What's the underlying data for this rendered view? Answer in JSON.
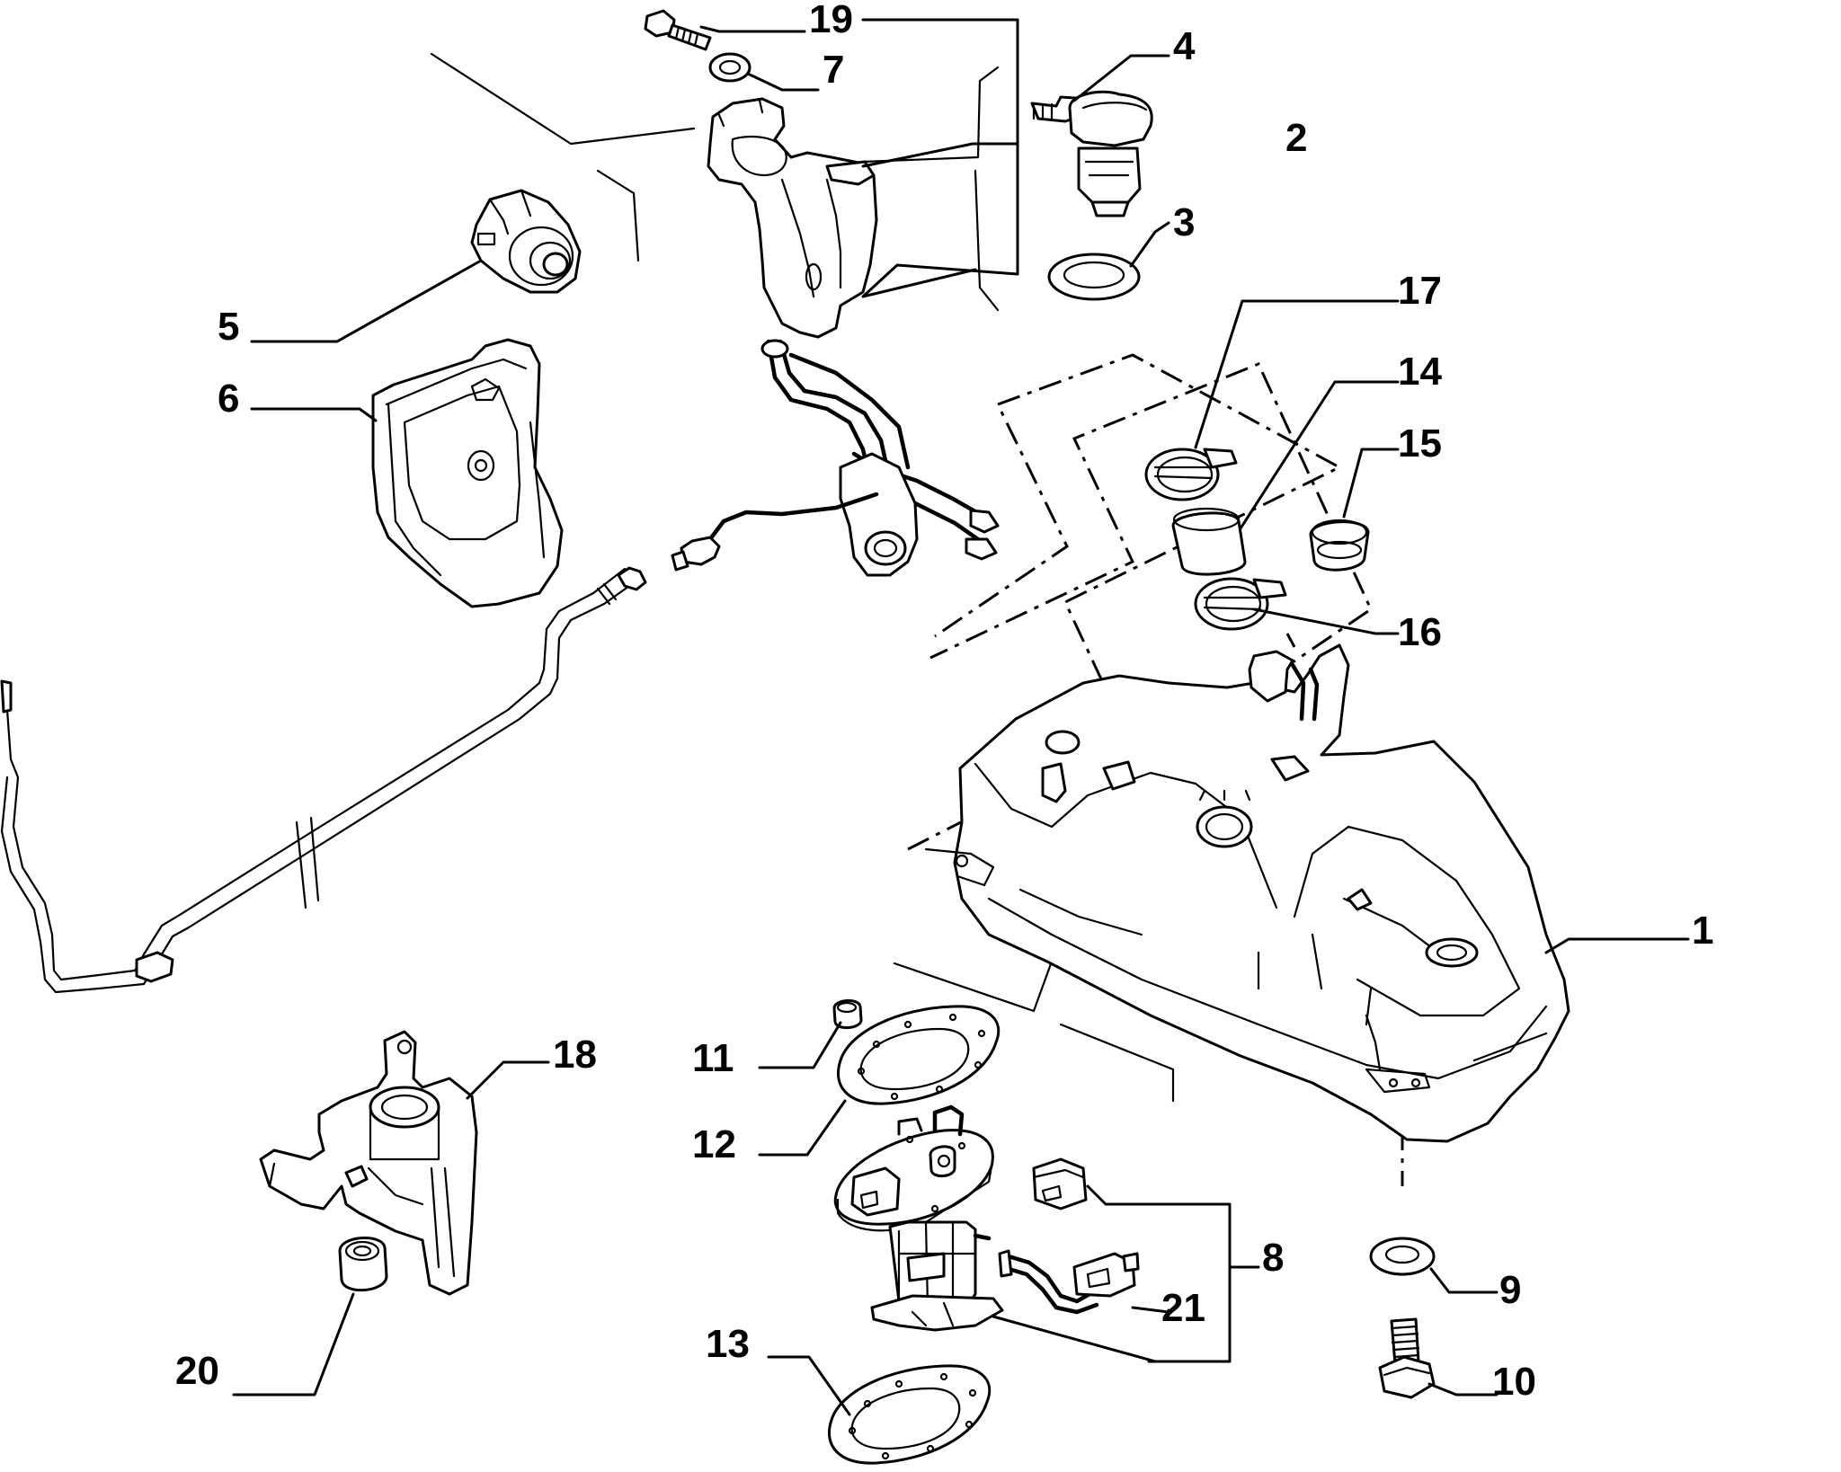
{
  "callouts": {
    "c1": "1",
    "c2": "2",
    "c3": "3",
    "c4": "4",
    "c5": "5",
    "c6": "6",
    "c7": "7",
    "c8": "8",
    "c9": "9",
    "c10": "10",
    "c11": "11",
    "c12": "12",
    "c13": "13",
    "c14": "14",
    "c15": "15",
    "c16": "16",
    "c17": "17",
    "c18": "18",
    "c19": "19",
    "c20": "20",
    "c21": "21"
  },
  "colors": {
    "ink": "#000000",
    "paper": "#ffffff"
  }
}
